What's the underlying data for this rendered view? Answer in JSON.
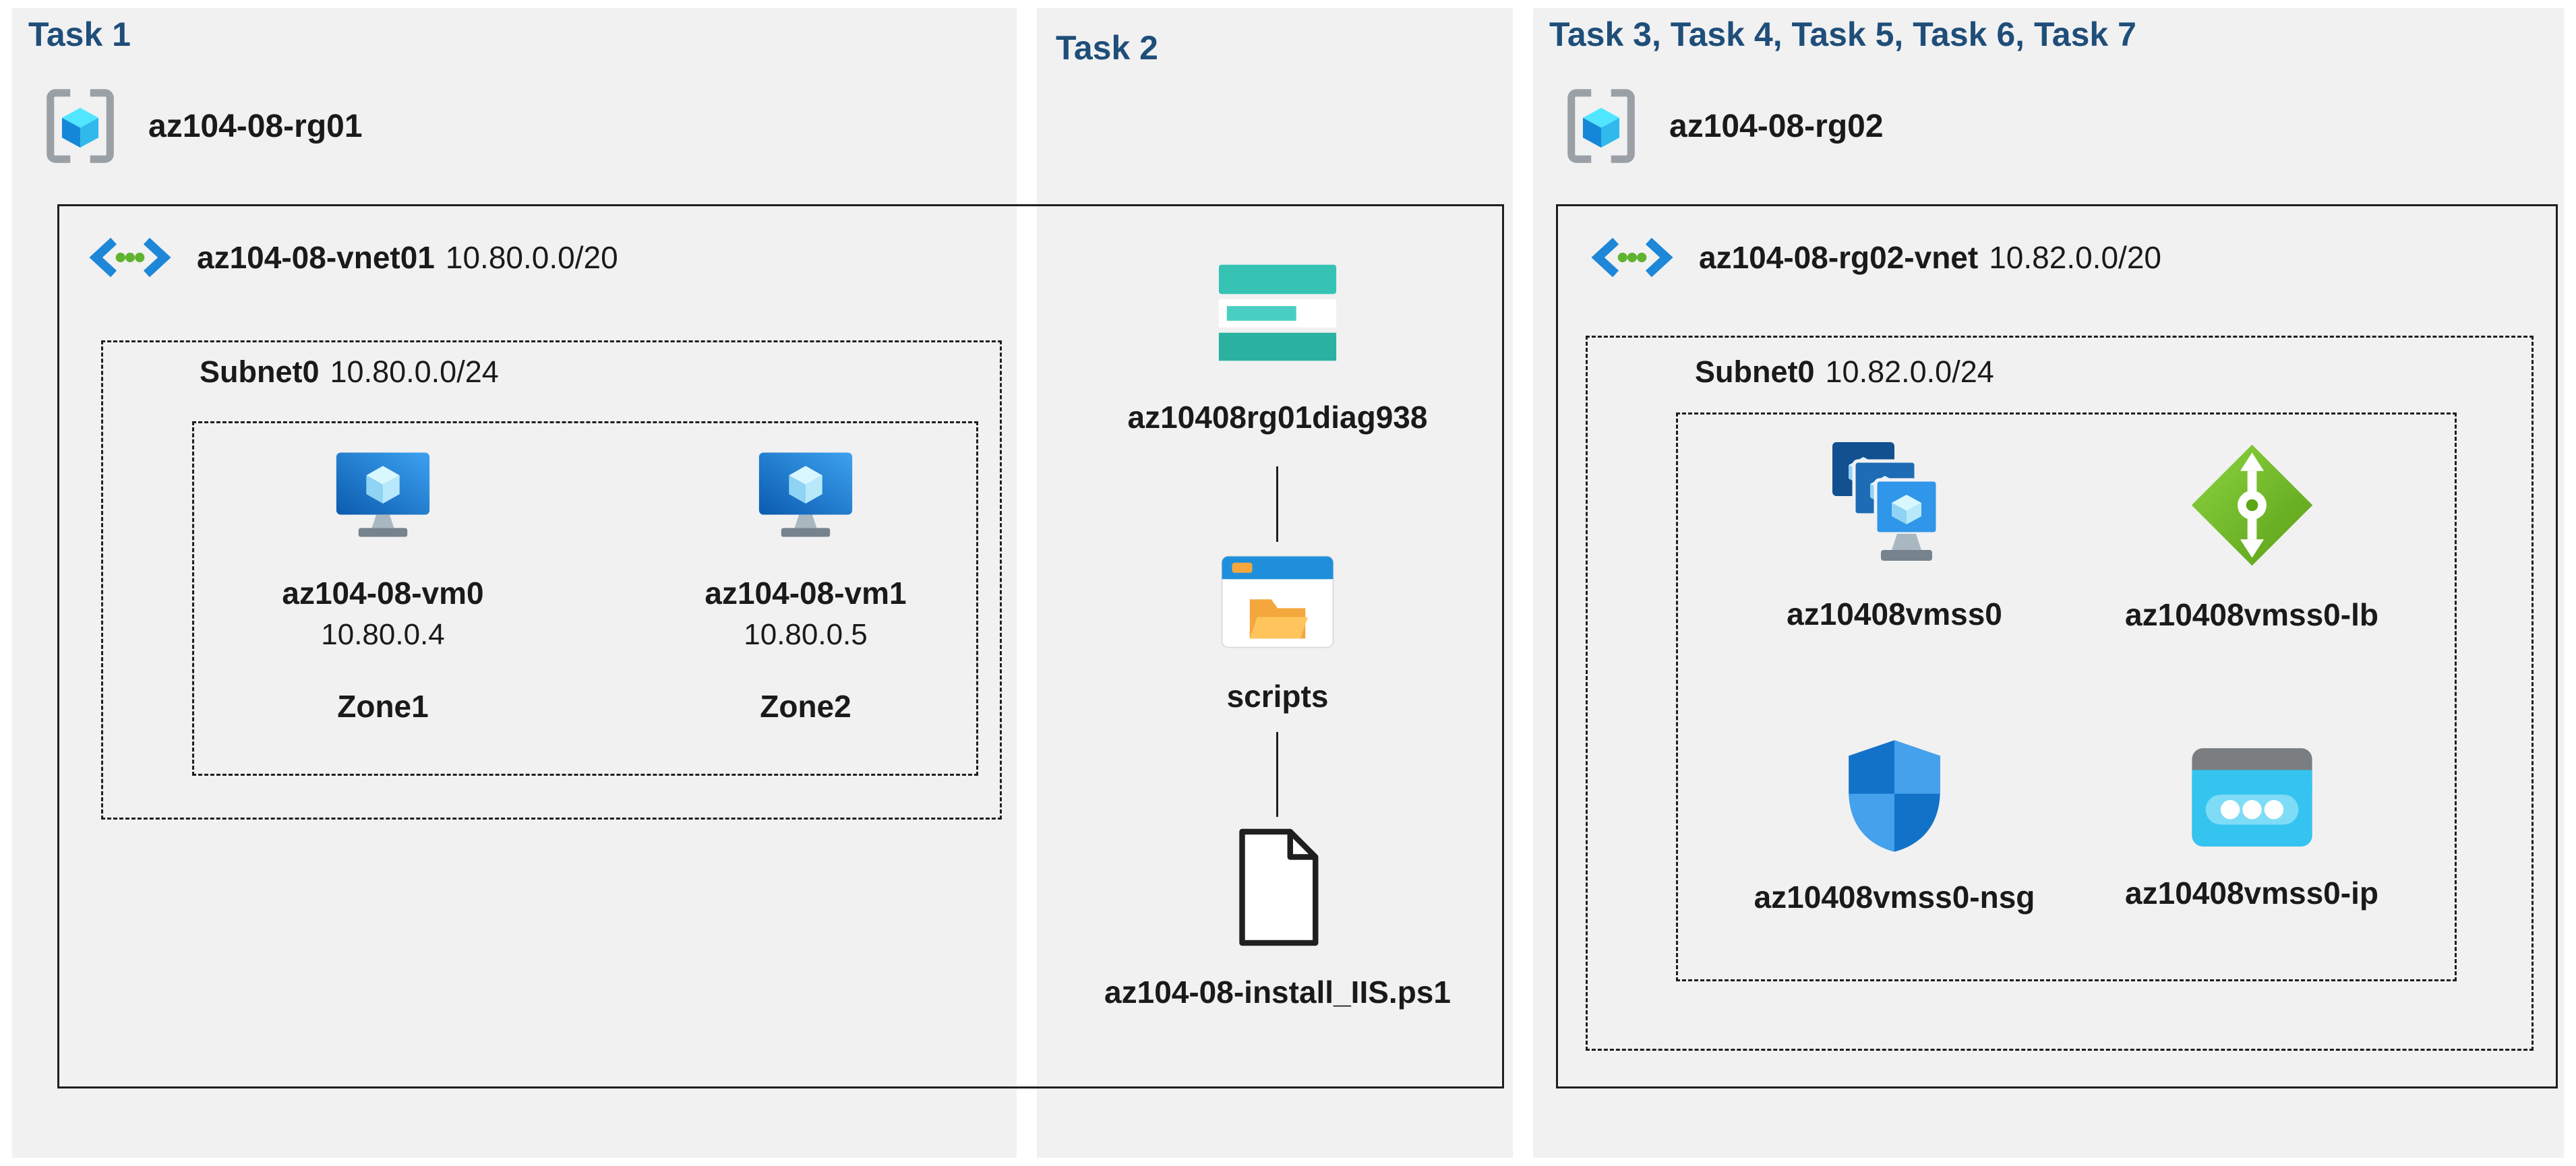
{
  "palette": {
    "header_text": "#1F4E79",
    "panel_bg": "#f1f1f2",
    "azure_blue": "#1e87d8",
    "teal": "#36c3b4",
    "lb_green": "#6fb52c",
    "folder_orange": "#f3a73c",
    "cyan": "#35c4f0"
  },
  "icons": {
    "resource_group": "resource-group-icon",
    "virtual_network": "virtual-network-icon",
    "virtual_machine": "virtual-machine-icon",
    "storage_account": "storage-account-icon",
    "scripts_container": "folder-window-icon",
    "script_file": "file-icon",
    "vm_scale_set": "vmss-icon",
    "load_balancer": "load-balancer-icon",
    "network_security_group": "nsg-shield-icon",
    "public_ip": "public-ip-icon"
  },
  "task1": {
    "header": "Task 1",
    "rg": "az104-08-rg01",
    "vnet_name": "az104-08-vnet01",
    "vnet_cidr": "10.80.0.0/20",
    "subnet_name": "Subnet0",
    "subnet_cidr": "10.80.0.0/24",
    "vm0": {
      "name": "az104-08-vm0",
      "ip": "10.80.0.4",
      "zone": "Zone1"
    },
    "vm1": {
      "name": "az104-08-vm1",
      "ip": "10.80.0.5",
      "zone": "Zone2"
    }
  },
  "task2": {
    "header": "Task 2",
    "storage": "az10408rg01diag938",
    "folder": "scripts",
    "file": "az104-08-install_IIS.ps1"
  },
  "task3": {
    "header": "Task 3, Task 4, Task 5, Task 6, Task 7",
    "rg": "az104-08-rg02",
    "vnet_name": "az104-08-rg02-vnet",
    "vnet_cidr": "10.82.0.0/20",
    "subnet_name": "Subnet0",
    "subnet_cidr": "10.82.0.0/24",
    "vmss": "az10408vmss0",
    "lb": "az10408vmss0-lb",
    "nsg": "az10408vmss0-nsg",
    "pip": "az10408vmss0-ip"
  }
}
